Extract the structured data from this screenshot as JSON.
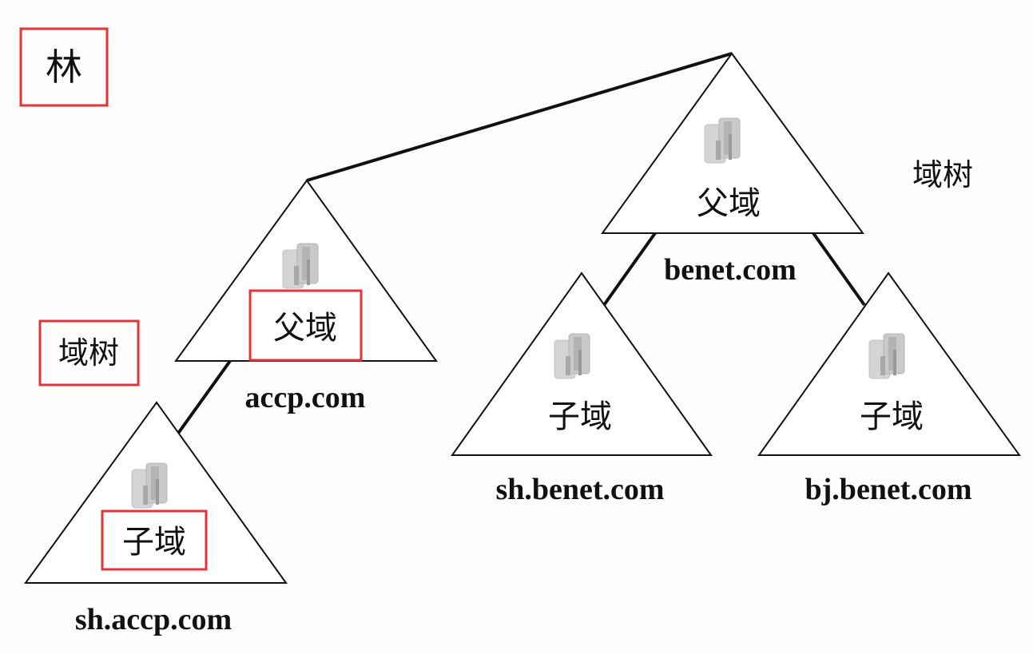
{
  "forest_label": "林",
  "tree_label_left": "域树",
  "tree_label_right": "域树",
  "colors": {
    "highlight": "#e8333a",
    "line": "#111111",
    "server_light": "#d4d4d4",
    "server_mid": "#b9b9b9",
    "server_dark": "#9a9a9a"
  },
  "icons": {
    "server": "server-cluster-icon"
  },
  "domains": {
    "accp": {
      "role": "父域",
      "name": "accp.com"
    },
    "sh_accp": {
      "role": "子域",
      "name": "sh.accp.com"
    },
    "benet": {
      "role": "父域",
      "name": "benet.com"
    },
    "sh_benet": {
      "role": "子域",
      "name": "sh.benet.com"
    },
    "bj_benet": {
      "role": "子域",
      "name": "bj.benet.com"
    }
  }
}
